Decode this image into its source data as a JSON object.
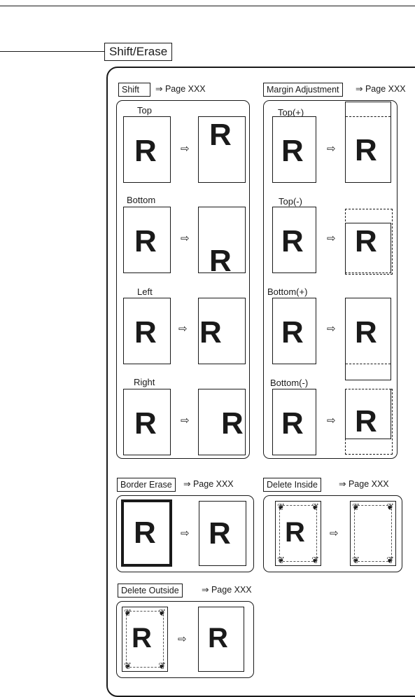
{
  "section_title": "Shift/Erase",
  "arrow_glyph": "⇨",
  "ref_arrow": "⇒",
  "page_ref": "Page XXX",
  "letter": "R",
  "shift": {
    "header": "Shift",
    "items": [
      {
        "label": "Top"
      },
      {
        "label": "Bottom"
      },
      {
        "label": "Left"
      },
      {
        "label": "Right"
      }
    ]
  },
  "margin": {
    "header": "Margin Adjustment",
    "items": [
      {
        "label": "Top(+)"
      },
      {
        "label": "Top(-)"
      },
      {
        "label": "Bottom(+)"
      },
      {
        "label": "Bottom(-)"
      }
    ]
  },
  "border_erase": {
    "header": "Border Erase"
  },
  "delete_inside": {
    "header": "Delete Inside"
  },
  "delete_outside": {
    "header": "Delete Outside"
  },
  "ornament_glyph": "❦"
}
